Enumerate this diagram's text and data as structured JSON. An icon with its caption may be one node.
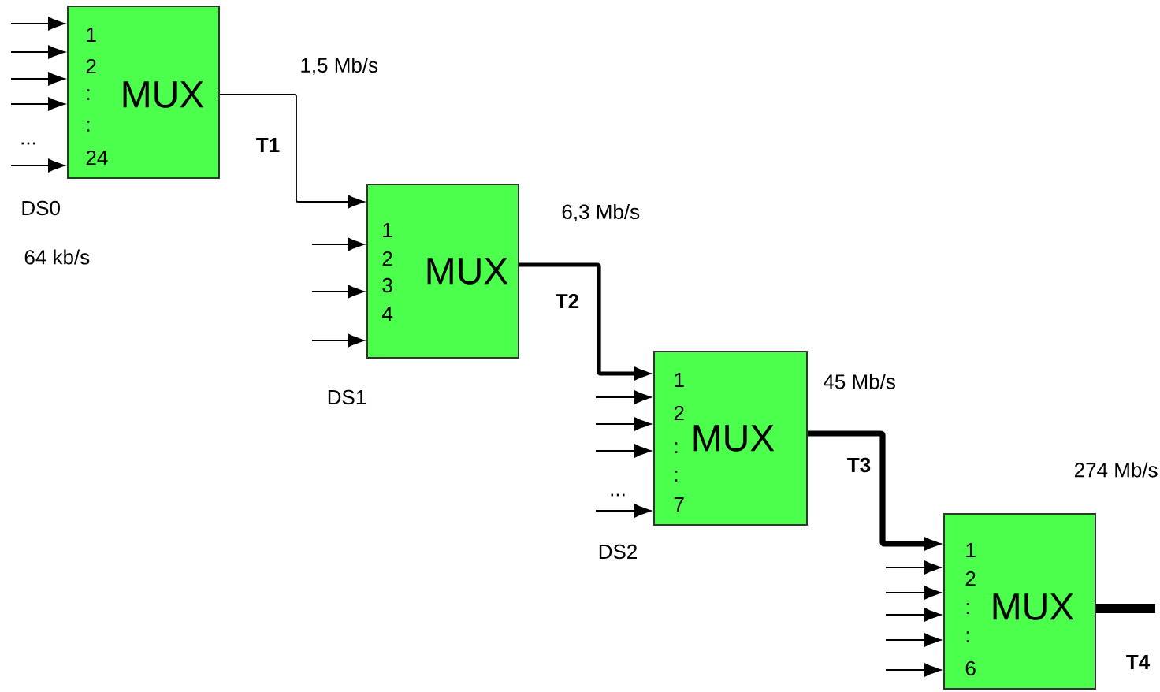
{
  "diagram": {
    "nodes": [
      {
        "text": [
          "1",
          "2",
          ":",
          ":",
          "24",
          "MUX"
        ]
      },
      {
        "text": [
          "1",
          "2",
          "3",
          "4",
          "MUX"
        ]
      },
      {
        "text": [
          "1",
          "2",
          ":",
          ":",
          "7",
          "MUX"
        ]
      },
      {
        "text": [
          "1",
          "2",
          ":",
          ":",
          "6",
          "MUX"
        ]
      }
    ],
    "edges": [
      {
        "from": 0,
        "to": 1,
        "arrow": "to",
        "label": "T1"
      },
      {
        "from": 1,
        "to": 2,
        "arrow": "to",
        "label": "T2",
        "style": "thick"
      },
      {
        "from": 2,
        "to": 3,
        "arrow": "to",
        "label": "T3",
        "style": "thick"
      },
      {
        "from": 3,
        "to": null,
        "arrow": "none",
        "label": "T4",
        "style": "thick"
      },
      {
        "from": null,
        "to": 0,
        "arrow": "to"
      },
      {
        "from": null,
        "to": 0,
        "arrow": "to"
      },
      {
        "from": null,
        "to": 0,
        "arrow": "to"
      },
      {
        "from": null,
        "to": 0,
        "arrow": "to"
      },
      {
        "from": null,
        "to": 0,
        "arrow": "to"
      },
      {
        "from": null,
        "to": 1,
        "arrow": "to"
      },
      {
        "from": null,
        "to": 1,
        "arrow": "to"
      },
      {
        "from": null,
        "to": 1,
        "arrow": "to"
      },
      {
        "from": null,
        "to": 2,
        "arrow": "to"
      },
      {
        "from": null,
        "to": 2,
        "arrow": "to"
      },
      {
        "from": null,
        "to": 2,
        "arrow": "to"
      },
      {
        "from": null,
        "to": 2,
        "arrow": "to"
      },
      {
        "from": null,
        "to": 3,
        "arrow": "to"
      },
      {
        "from": null,
        "to": 3,
        "arrow": "to"
      },
      {
        "from": null,
        "to": 3,
        "arrow": "to"
      },
      {
        "from": null,
        "to": 3,
        "arrow": "to"
      },
      {
        "from": null,
        "to": 3,
        "arrow": "to"
      }
    ],
    "labels": [
      "1,5 Mb/s",
      "...",
      "DS0",
      "64 kb/s",
      "6,3 Mb/s",
      "DS1",
      "45 Mb/s",
      "...",
      "DS2",
      "274 Mb/s"
    ]
  }
}
